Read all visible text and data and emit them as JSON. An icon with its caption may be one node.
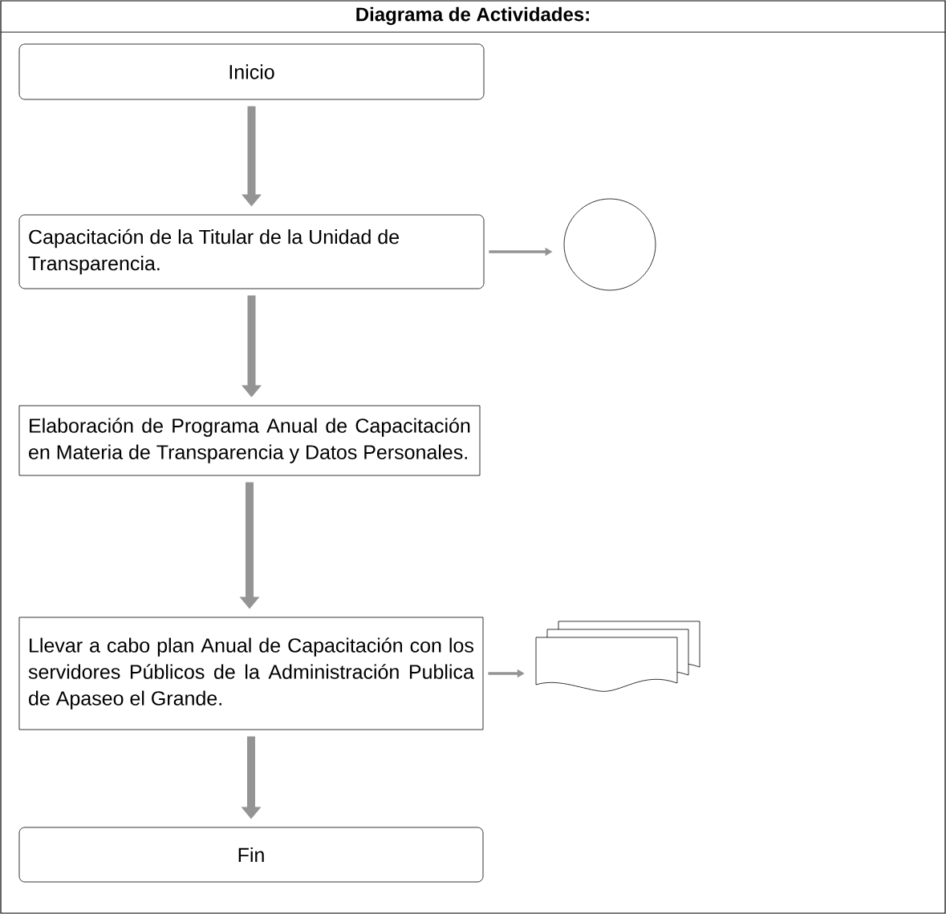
{
  "diagram": {
    "title": "Diagrama de Actividades:",
    "nodes": [
      {
        "text": [
          "Inicio"
        ]
      },
      {
        "text": [
          "Capacitación de la Titular de la Unidad de Transparencia."
        ]
      },
      {
        "text": [],
        "shape": "circle"
      },
      {
        "text": [
          "Elaboración de Programa Anual de Capacitación en Materia de Transparencia y Datos Personales."
        ]
      },
      {
        "text": [
          "Llevar a cabo plan Anual de Capacitación con los servidores Públicos de la Administración Publica de Apaseo el Grande."
        ]
      },
      {
        "text": [],
        "shape": "document"
      },
      {
        "text": [
          "Fin"
        ]
      }
    ],
    "edges": [
      {
        "from": 0,
        "to": 1,
        "arrow": "to"
      },
      {
        "from": 1,
        "to": 2,
        "arrow": "to"
      },
      {
        "from": 1,
        "to": 3,
        "arrow": "to"
      },
      {
        "from": 3,
        "to": 4,
        "arrow": "to"
      },
      {
        "from": 4,
        "to": 5,
        "arrow": "to"
      },
      {
        "from": 4,
        "to": 6,
        "arrow": "to"
      }
    ]
  }
}
